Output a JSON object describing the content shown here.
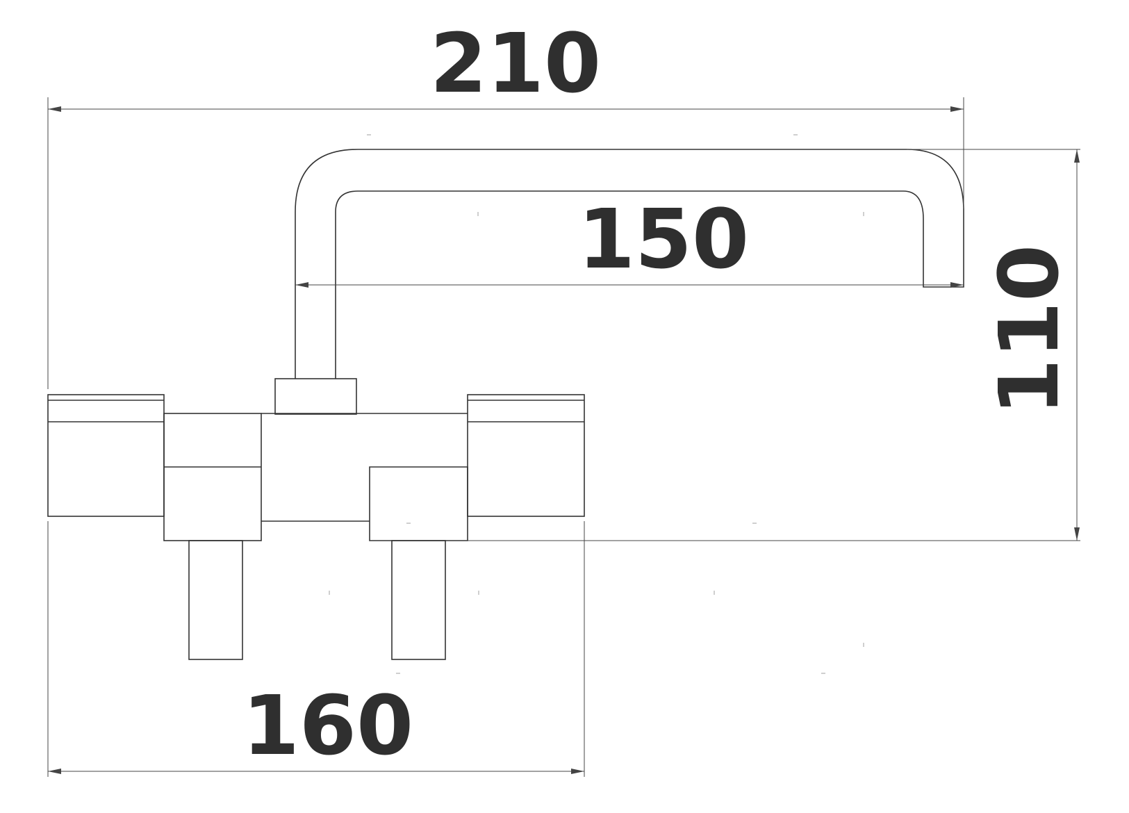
{
  "diagram": {
    "line_color": "#333333",
    "text_color": "#2f2f2f",
    "background": "#ffffff",
    "dimensions": {
      "overall_width": "210",
      "spout_reach": "150",
      "height": "110",
      "base_width": "160"
    }
  }
}
